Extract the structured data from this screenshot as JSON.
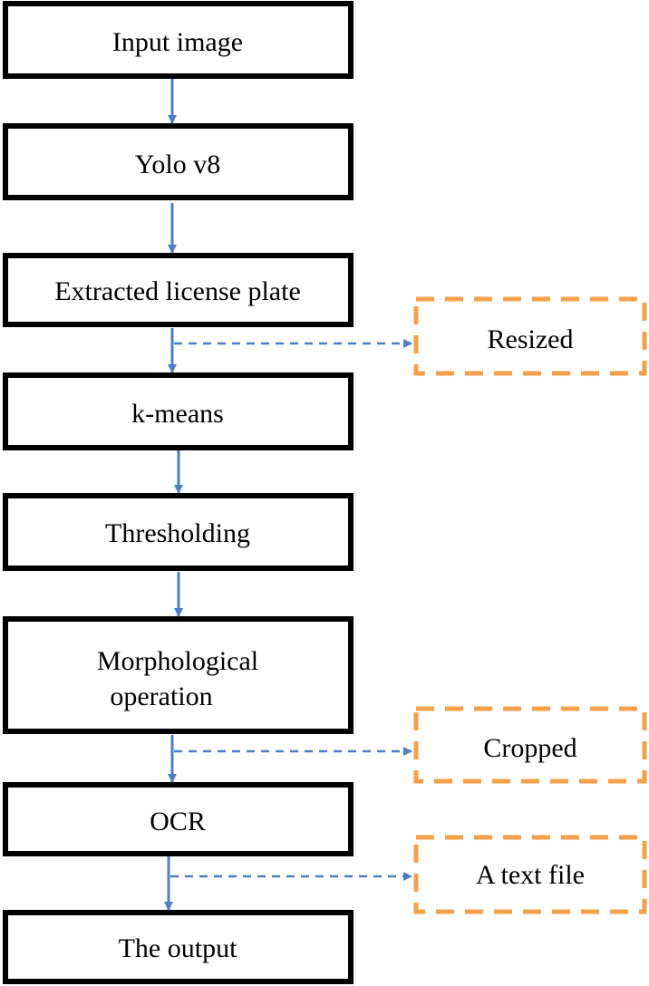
{
  "colors": {
    "box_border": "#000000",
    "arrow": "#4a7fc1",
    "side_box_border": "#f4a04a",
    "background": "#ffffff"
  },
  "steps": [
    {
      "label": "Input image"
    },
    {
      "label": "Yolo v8"
    },
    {
      "label": "Extracted license plate"
    },
    {
      "label": "k-means"
    },
    {
      "label": "Thresholding"
    },
    {
      "label_lines": [
        "Morphological",
        "operation"
      ]
    },
    {
      "label": "OCR"
    },
    {
      "label": "The output"
    }
  ],
  "side_outputs": [
    {
      "label": "Resized"
    },
    {
      "label": "Cropped"
    },
    {
      "label": "A text file"
    }
  ]
}
